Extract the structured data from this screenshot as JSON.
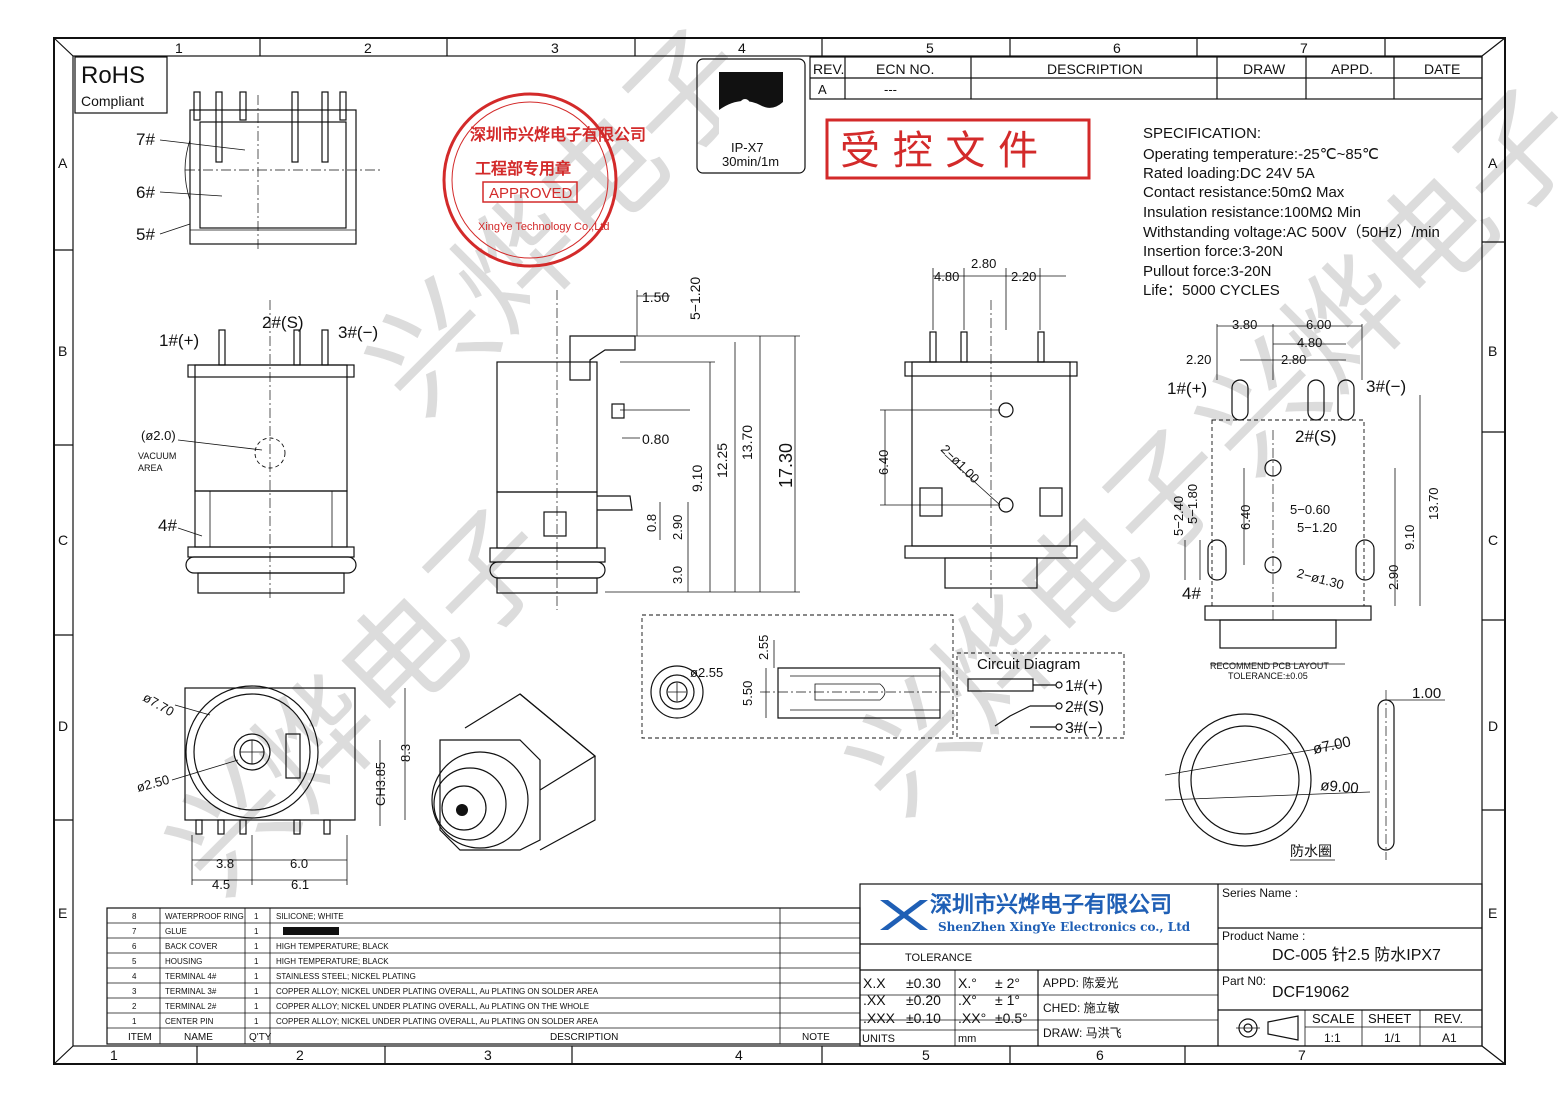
{
  "frame": {
    "col_markers": [
      "1",
      "2",
      "3",
      "4",
      "5",
      "6",
      "7"
    ],
    "row_markers": [
      "A",
      "B",
      "C",
      "D",
      "E"
    ]
  },
  "rohs": {
    "title": "RoHS",
    "subtitle": "Compliant"
  },
  "stamp": {
    "top_text": "深圳市兴烨电子有限公司",
    "middle_text": "工程部专用章",
    "badge": "APPROVED",
    "bottom_text": "XingYe Technology Co.,Ltd"
  },
  "ip_badge": {
    "line1": "IP-X7",
    "line2": "30min/1m"
  },
  "controlled_doc": "受 控 文 件",
  "revision_table": {
    "headers": [
      "REV.",
      "ECN NO.",
      "DESCRIPTION",
      "DRAW",
      "APPD.",
      "DATE"
    ],
    "row": [
      "A",
      "---",
      "",
      "",
      "",
      ""
    ]
  },
  "specification": {
    "title": "SPECIFICATION:",
    "lines": [
      "Operating temperature:-25℃~85℃",
      "Rated loading:DC 24V 5A",
      "Contact resistance:50mΩ Max",
      "Insulation resistance:100MΩ Min",
      "Withstanding voltage:AC 500V（50Hz）/min",
      "Insertion force:3-20N",
      "Pullout force:3-20N",
      "Life：5000 CYCLES"
    ]
  },
  "top_view": {
    "labels": [
      "7#",
      "6#",
      "5#"
    ]
  },
  "front_view": {
    "pins": [
      "1#(+)",
      "2#(S)",
      "3#(−)",
      "4#"
    ],
    "vacuum_dia": "(ø2.0)",
    "vacuum_label1": "VACUUM",
    "vacuum_label2": "AREA"
  },
  "side_view": {
    "dims": [
      "1.50",
      "5−1.20",
      "0.80",
      "9.10",
      "12.25",
      "13.70",
      "17.30",
      "0.8",
      "2.90",
      "3.0"
    ]
  },
  "back_view": {
    "dims": [
      "2.80",
      "4.80",
      "2.20",
      "6.40",
      "2−ø1.00"
    ]
  },
  "pcb_layout": {
    "dims_top": [
      "3.80",
      "6.00",
      "4.80",
      "2.20",
      "2.80"
    ],
    "pins": [
      "1#(+)",
      "2#(S)",
      "3#(−)",
      "4#"
    ],
    "dims_mid": [
      "6.40",
      "5−0.60",
      "5−1.20",
      "9.10",
      "13.70",
      "5−2.40",
      "5−1.80",
      "2−ø1.30",
      "2.90"
    ],
    "caption": "RECOMMEND PCB LAYOUT",
    "tolerance": "TOLERANCE:±0.05"
  },
  "bottom_view": {
    "dims": [
      "ø7.70",
      "ø2.50",
      "8.3",
      "CH3.85",
      "3.8",
      "6.0",
      "4.5",
      "6.1"
    ]
  },
  "section_view": {
    "dims": [
      "ø2.55",
      "2.55",
      "5.50"
    ]
  },
  "circuit": {
    "title": "Circuit  Diagram",
    "pins": [
      "1#(+)",
      "2#(S)",
      "3#(−)"
    ]
  },
  "o_ring": {
    "dims": [
      "1.00",
      "ø7.00",
      "ø9.00"
    ],
    "label": "防水圈"
  },
  "bom": {
    "rows": [
      {
        "item": "8",
        "name": "WATERPROOF RING",
        "qty": "1",
        "desc": "SILICONE; WHITE"
      },
      {
        "item": "7",
        "name": "GLUE",
        "qty": "1",
        "desc": ""
      },
      {
        "item": "6",
        "name": "BACK COVER",
        "qty": "1",
        "desc": "HIGH TEMPERATURE; BLACK"
      },
      {
        "item": "5",
        "name": "HOUSING",
        "qty": "1",
        "desc": "HIGH TEMPERATURE; BLACK"
      },
      {
        "item": "4",
        "name": "TERMINAL 4#",
        "qty": "1",
        "desc": "STAINLESS STEEL; NICKEL PLATING"
      },
      {
        "item": "3",
        "name": "TERMINAL 3#",
        "qty": "1",
        "desc": "COPPER ALLOY; NICKEL UNDER PLATING OVERALL, Au PLATING ON SOLDER AREA"
      },
      {
        "item": "2",
        "name": "TERMINAL 2#",
        "qty": "1",
        "desc": "COPPER ALLOY; NICKEL UNDER PLATING OVERALL, Au PLATING ON THE WHOLE"
      },
      {
        "item": "1",
        "name": "CENTER PIN",
        "qty": "1",
        "desc": "COPPER ALLOY; NICKEL UNDER PLATING OVERALL, Au PLATING ON SOLDER AREA"
      }
    ],
    "header": {
      "item": "ITEM",
      "name": "NAME",
      "qty": "Q'TY",
      "desc": "DESCRIPTION",
      "note": "NOTE"
    }
  },
  "title_block": {
    "company_cn": "深圳市兴烨电子有限公司",
    "company_en": "ShenZhen XingYe Electronics co., Ltd",
    "tolerance_label": "TOLERANCE",
    "tol_rows": [
      [
        "X.X",
        "±0.30",
        "X.°",
        "±  2°"
      ],
      [
        ".XX",
        "±0.20",
        ".X°",
        "±  1°"
      ],
      [
        ".XXX",
        "±0.10",
        ".XX°",
        "±0.5°"
      ]
    ],
    "units_label": "UNITS",
    "units_value": "mm",
    "appd": "APPD: 陈爱光",
    "ched": "CHED: 施立敏",
    "draw": "DRAW: 马洪飞",
    "series_label": "Series Name :",
    "product_label": "Product Name :",
    "product_value": "DC-005 针2.5 防水IPX7",
    "part_label": "Part N0:",
    "part_value": "DCF19062",
    "scale_label": "SCALE",
    "scale_value": "1:1",
    "sheet_label": "SHEET",
    "sheet_value": "1/1",
    "rev_label": "REV.",
    "rev_value": "A1"
  },
  "watermark": "兴烨电子",
  "colors": {
    "stamp_red": "#d32a2a",
    "logo_blue": "#1f5fb5",
    "ink": "#111111"
  }
}
